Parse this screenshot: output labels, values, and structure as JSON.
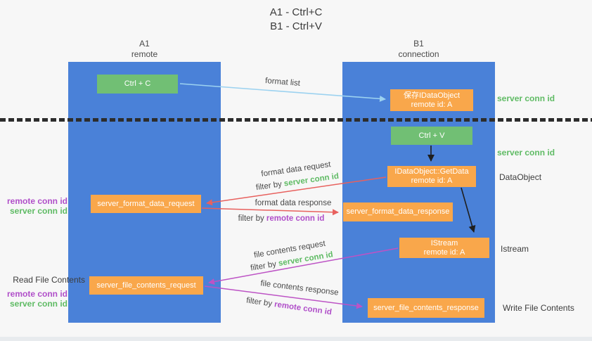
{
  "title": {
    "line1": "A1 - Ctrl+C",
    "line2": "B1 - Ctrl+V"
  },
  "lanes": {
    "left": {
      "name": "A1",
      "subtitle": "remote"
    },
    "right": {
      "name": "B1",
      "subtitle": "connection"
    }
  },
  "nodes": {
    "ctrl_c": {
      "label": "Ctrl + C"
    },
    "ctrl_v": {
      "label": "Ctrl + V"
    },
    "save_dataobject": {
      "line1": "保存IDataObject",
      "line2": "remote id: A"
    },
    "getdata": {
      "line1": "IDataObject::GetData",
      "line2": "remote id: A"
    },
    "istream": {
      "line1": "IStream",
      "line2": "remote id: A"
    },
    "format_request": {
      "label": "server_format_data_request"
    },
    "format_response": {
      "label": "server_format_data_response"
    },
    "file_request": {
      "label": "server_file_contents_request"
    },
    "file_response": {
      "label": "server_file_contents_response"
    }
  },
  "annotations": {
    "server_conn_id_top": "server conn id",
    "server_conn_id_mid": "server conn id",
    "dataobject": "DataObject",
    "istream": "Istream",
    "write_file_contents": "Write File Contents",
    "read_file_contents": "Read File Contents",
    "format_ids": {
      "remote": "remote conn id",
      "server": "server conn id"
    },
    "file_ids": {
      "remote": "remote conn id",
      "server": "server conn id"
    }
  },
  "arrows": {
    "format_list": {
      "label": "format list"
    },
    "format_data_request": {
      "label": "format data request",
      "filter_prefix": "filter by ",
      "filter_key": "server conn id"
    },
    "format_data_response": {
      "label": "format data response",
      "filter_prefix": "filter by ",
      "filter_key": "remote conn id"
    },
    "file_contents_request": {
      "label": "file contents request",
      "filter_prefix": "filter by ",
      "filter_key": "server conn id"
    },
    "file_contents_response": {
      "label": "file contents response",
      "filter_prefix": "filter by ",
      "filter_key": "remote conn id"
    }
  },
  "colors": {
    "background": "#f7f7f7",
    "lane_blue": "#4a81d8",
    "node_green": "#71bf74",
    "node_orange": "#f9a74b",
    "arrow_light_blue": "#9cd2f0",
    "arrow_red": "#e8615e",
    "arrow_magenta": "#bd53c5",
    "arrow_black": "#1f1f1f",
    "text_green": "#5fbb64",
    "text_purple": "#b04fc9",
    "divider_black": "#2d2d2d"
  }
}
